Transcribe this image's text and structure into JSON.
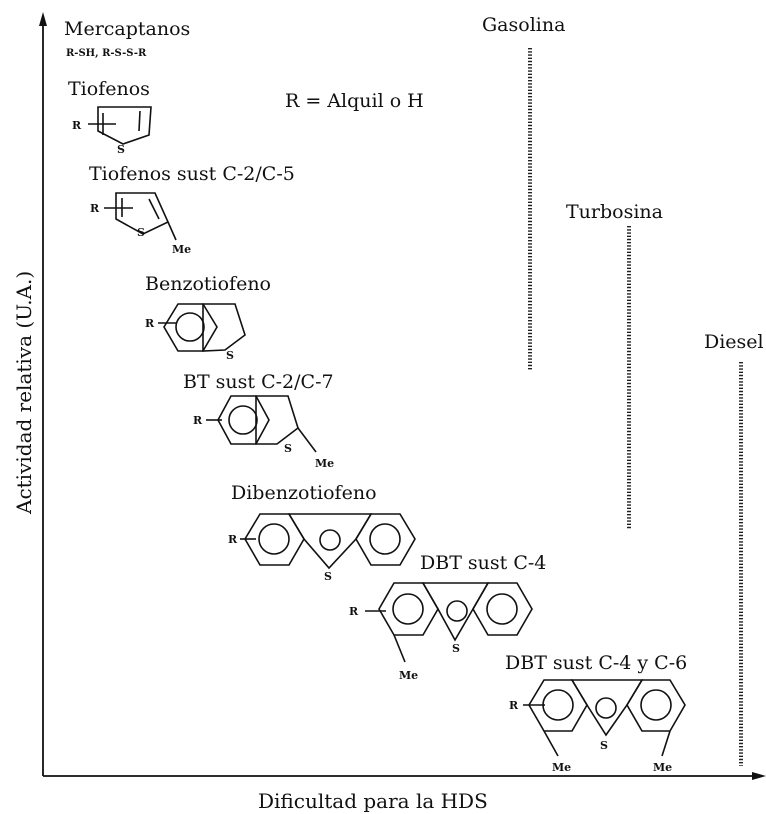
{
  "axes": {
    "x_label": "Dificultad para la HDS",
    "y_label": "Actividad relativa (U.A.)"
  },
  "note": "R = Alquil o H",
  "fractions": [
    {
      "name": "Gasolina"
    },
    {
      "name": "Turbosina"
    },
    {
      "name": "Diesel"
    }
  ],
  "compounds": [
    {
      "name": "Mercaptanos",
      "formula": "R-SH, R-S-S-R"
    },
    {
      "name": "Tiofenos"
    },
    {
      "name": "Tiofenos sust C-2/C-5"
    },
    {
      "name": "Benzotiofeno"
    },
    {
      "name": "BT sust C-2/C-7"
    },
    {
      "name": "Dibenzotiofeno"
    },
    {
      "name": "DBT sust C-4"
    },
    {
      "name": "DBT sust C-4 y C-6"
    }
  ],
  "atoms": {
    "R": "R",
    "S": "S",
    "Me": "Me"
  }
}
